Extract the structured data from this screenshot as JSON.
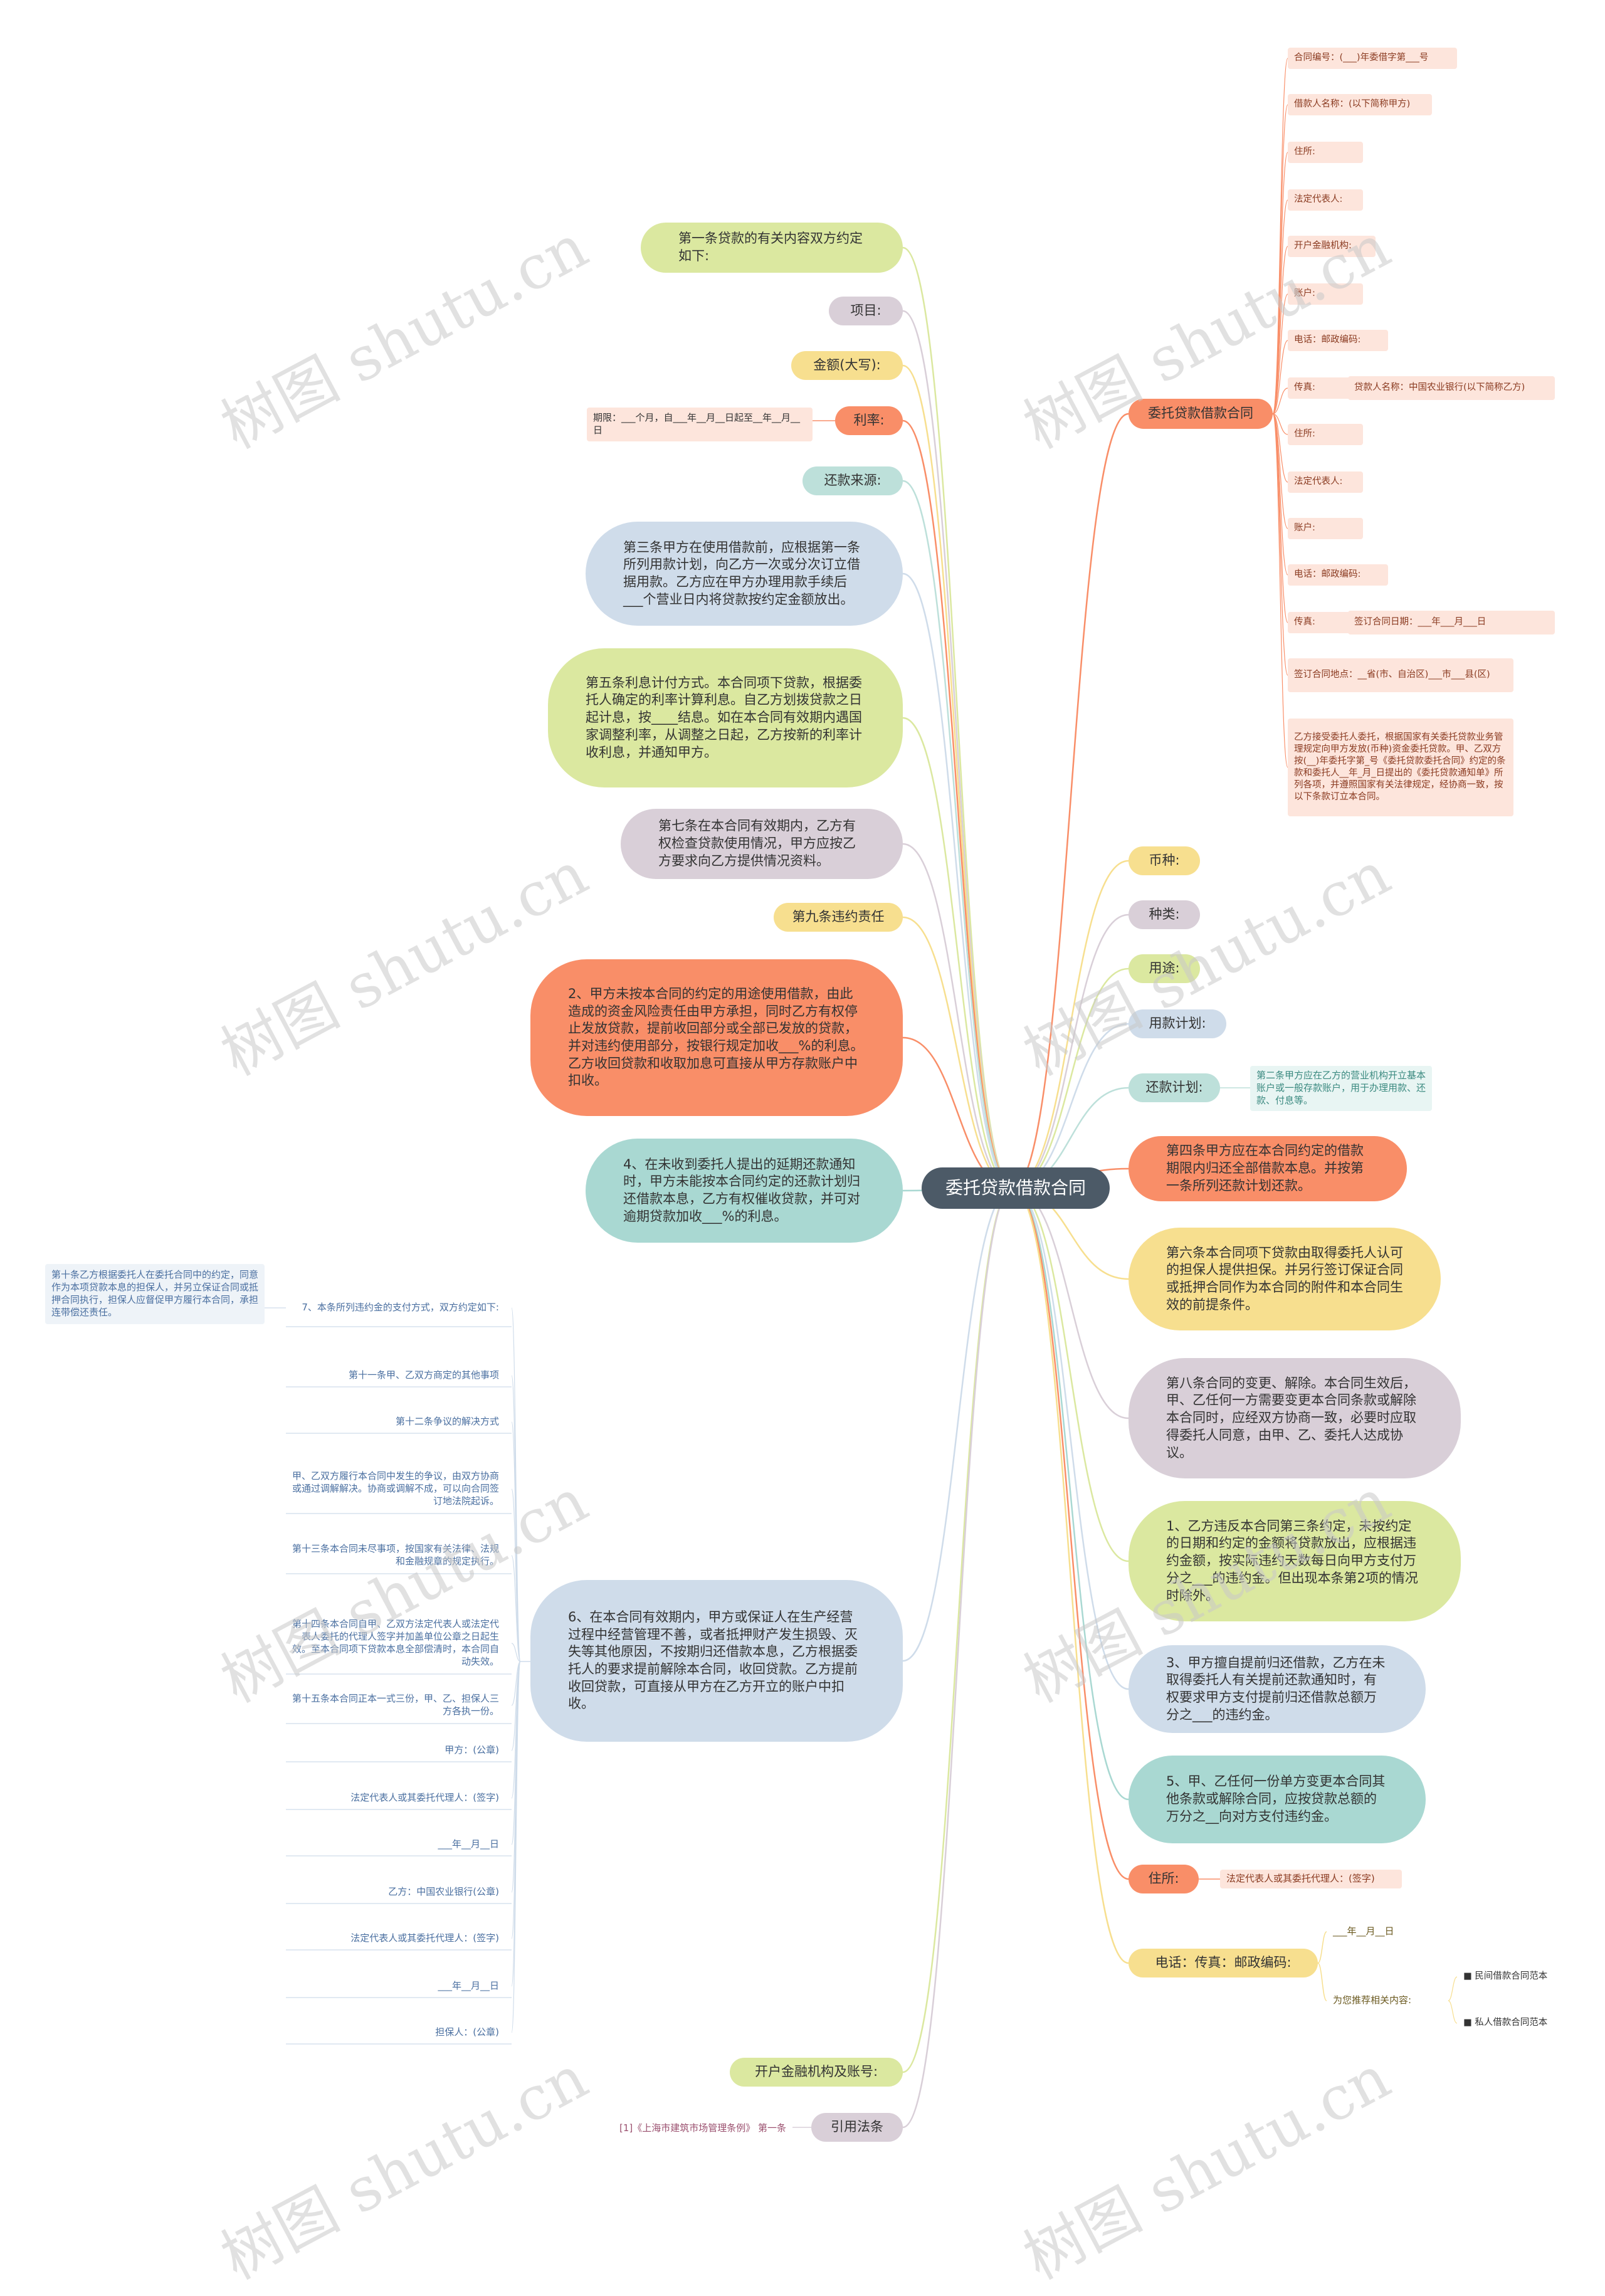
{
  "root": "委托贷款借款合同",
  "left": [
    {
      "id": "l1",
      "text": "第一条贷款的有关内容双方约定如下:",
      "color": "#dbe8a0"
    },
    {
      "id": "l2",
      "text": "项目:",
      "color": "#d9cfd8"
    },
    {
      "id": "l3",
      "text": "金额(大写):",
      "color": "#f7df8f"
    },
    {
      "id": "l4",
      "text": "利率:",
      "color": "#f98e68",
      "child": "期限：___个月，自___年__月__日起至__年__月__日"
    },
    {
      "id": "l5",
      "text": "还款来源:",
      "color": "#bde0da"
    },
    {
      "id": "l6",
      "text": "第三条甲方在使用借款前，应根据第一条所列用款计划，向乙方一次或分次订立借据用款。乙方应在甲方办理用款手续后___个营业日内将贷款按约定金额放出。",
      "color": "#cfdcea"
    },
    {
      "id": "l7",
      "text": "第五条利息计付方式。本合同项下贷款，根据委托人确定的利率计算利息。自乙方划拨贷款之日起计息，按____结息。如在本合同有效期内遇国家调整利率，从调整之日起，乙方按新的利率计收利息，并通知甲方。",
      "color": "#dbe8a0"
    },
    {
      "id": "l8",
      "text": "第七条在本合同有效期内，乙方有权检查贷款使用情况，甲方应按乙方要求向乙方提供情况资料。",
      "color": "#d9cfd8"
    },
    {
      "id": "l9",
      "text": "第九条违约责任",
      "color": "#f7df8f"
    },
    {
      "id": "l10",
      "text": "2、甲方未按本合同的约定的用途使用借款，由此造成的资金风险责任由甲方承担，同时乙方有权停止发放贷款，提前收回部分或全部已发放的贷款，并对违约使用部分，按银行规定加收___%的利息。乙方收回贷款和收取加息可直接从甲方存款账户中扣收。",
      "color": "#f98e68"
    },
    {
      "id": "l11",
      "text": "4、在未收到委托人提出的延期还款通知时，甲方未能按本合同约定的还款计划归还借款本息，乙方有权催收贷款，并可对逾期贷款加收___%的利息。",
      "color": "#a9d8d2"
    },
    {
      "id": "l12",
      "text": "6、在本合同有效期内，甲方或保证人在生产经营过程中经营管理不善，或者抵押财产发生损毁、灭失等其他原因，不按期归还借款本息，乙方根据委托人的要求提前解除本合同，收回贷款。乙方提前收回贷款，可直接从甲方在乙方开立的账户中扣收。",
      "color": "#cfdcea"
    },
    {
      "id": "l13",
      "text": "开户金融机构及账号:",
      "color": "#dbe8a0"
    },
    {
      "id": "l14",
      "text": "引用法条",
      "color": "#d9cfd8",
      "child": "[1]《上海市建筑市场管理条例》 第一条"
    }
  ],
  "l12_children": [
    {
      "text": "7、本条所列违约金的支付方式，双方约定如下:",
      "child": "第十条乙方根据委托人在委托合同中的约定，同意作为本项贷款本息的担保人，并另立保证合同或抵押合同执行，担保人应督促甲方履行本合同，承担连带偿还责任。"
    },
    {
      "text": "第十一条甲、乙双方商定的其他事项"
    },
    {
      "text": "第十二条争议的解决方式"
    },
    {
      "text": "甲、乙双方履行本合同中发生的争议，由双方协商或通过调解解决。协商或调解不成，可以向合同签订地法院起诉。"
    },
    {
      "text": "第十三条本合同未尽事项，按国家有关法律、法规和金融规章的规定执行。"
    },
    {
      "text": "第十四条本合同自甲、乙双方法定代表人或法定代表人委托的代理人签字并加盖单位公章之日起生效。至本合同项下贷款本息全部偿清时，本合同自动失效。"
    },
    {
      "text": "第十五条本合同正本一式三份，甲、乙、担保人三方各执一份。"
    },
    {
      "text": "甲方：(公章)"
    },
    {
      "text": "法定代表人或其委托代理人：(签字)"
    },
    {
      "text": "___年__月__日"
    },
    {
      "text": "乙方：中国农业银行(公章)"
    },
    {
      "text": "法定代表人或其委托代理人：(签字)"
    },
    {
      "text": "___年__月__日"
    },
    {
      "text": "担保人：(公章)"
    }
  ],
  "right": [
    {
      "id": "r1",
      "text": "委托贷款借款合同",
      "color": "#f98e68"
    },
    {
      "id": "r2",
      "text": "币种:",
      "color": "#f7df8f"
    },
    {
      "id": "r3",
      "text": "种类:",
      "color": "#d9cfd8"
    },
    {
      "id": "r4",
      "text": "用途:",
      "color": "#dbe8a0"
    },
    {
      "id": "r5",
      "text": "用款计划:",
      "color": "#cfdcea"
    },
    {
      "id": "r6",
      "text": "还款计划:",
      "color": "#bde0da",
      "child": "第二条甲方应在乙方的营业机构开立基本账户或一般存款账户，用于办理用款、还款、付息等。"
    },
    {
      "id": "r7",
      "text": "第四条甲方应在本合同约定的借款期限内归还全部借款本息。并按第一条所列还款计划还款。",
      "color": "#f98e68"
    },
    {
      "id": "r8",
      "text": "第六条本合同项下贷款由取得委托人认可的担保人提供担保。并另行签订保证合同或抵押合同作为本合同的附件和本合同生效的前提条件。",
      "color": "#f7df8f"
    },
    {
      "id": "r9",
      "text": "第八条合同的变更、解除。本合同生效后，甲、乙任何一方需要变更本合同条款或解除本合同时，应经双方协商一致，必要时应取得委托人同意，由甲、乙、委托人达成协议。",
      "color": "#d9cfd8"
    },
    {
      "id": "r10",
      "text": "1、乙方违反本合同第三条约定，未按约定的日期和约定的金额将贷款放出，应根据违约金额，按实际违约天数每日向甲方支付万分之___的违约金。但出现本条第2项的情况时除外。",
      "color": "#dbe8a0"
    },
    {
      "id": "r11",
      "text": "3、甲方擅自提前归还借款，乙方在未取得委托人有关提前还款通知时，有权要求甲方支付提前归还借款总额万分之___的违约金。",
      "color": "#cfdcea"
    },
    {
      "id": "r12",
      "text": "5、甲、乙任何一份单方变更本合同其他条款或解除合同，应按贷款总额的万分之__向对方支付违约金。",
      "color": "#a9d8d2"
    },
    {
      "id": "r13",
      "text": "住所:",
      "color": "#f98e68",
      "child": "法定代表人或其委托代理人：(签字)"
    },
    {
      "id": "r14",
      "text": "电话：传真：邮政编码:",
      "color": "#f7df8f"
    }
  ],
  "r1_children": [
    {
      "text": "合同编号：(___)年委借字第___号"
    },
    {
      "text": "借款人名称：(以下简称甲方)"
    },
    {
      "text": "住所:"
    },
    {
      "text": "法定代表人:"
    },
    {
      "text": "开户金融机构:"
    },
    {
      "text": "账户:"
    },
    {
      "text": "电话：邮政编码:"
    },
    {
      "text": "传真:",
      "child": "贷款人名称：中国农业银行(以下简称乙方)"
    },
    {
      "text": "住所:"
    },
    {
      "text": "法定代表人:"
    },
    {
      "text": "账户:"
    },
    {
      "text": "电话：邮政编码:"
    },
    {
      "text": "传真:",
      "child": "签订合同日期：___年___月___日"
    },
    {
      "text": "签订合同地点：__省(市、自治区)___市___县(区)"
    },
    {
      "text": "乙方接受委托人委托，根据国家有关委托贷款业务管理规定向甲方发放(币种)资金委托贷款。甲、乙双方按(__)年委托字第_号《委托贷款委托合同》约定的条款和委托人__年_月_日提出的《委托贷款通知单》所列各项，并遵照国家有关法律规定，经协商一致，按以下条款订立本合同。"
    }
  ],
  "r14_children": [
    {
      "text": "___年__月__日"
    },
    {
      "text": "为您推荐相关内容:",
      "children": [
        "■ 民间借款合同范本",
        "■ 私人借款合同范本"
      ]
    }
  ],
  "watermark": "树图 shutu.cn"
}
